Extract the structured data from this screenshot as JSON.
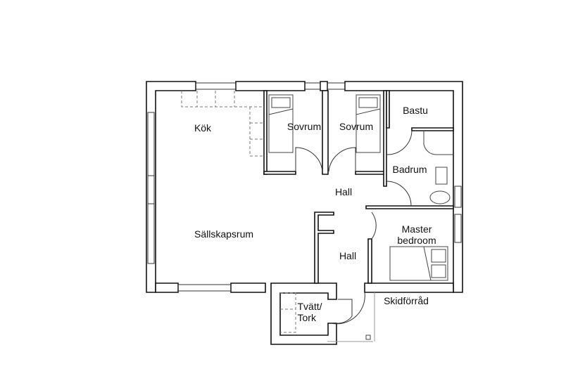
{
  "title": "Floor plan",
  "colors": {
    "wall": "#111111",
    "fixture": "#555555",
    "background": "#ffffff"
  },
  "rooms": {
    "kitchen": "Kök",
    "bedroom_1": "Sovrum",
    "bedroom_2": "Sovrum",
    "sauna": "Bastu",
    "bathroom": "Badrum",
    "hall_upper": "Hall",
    "living_room": "Sällskapsrum",
    "hall_lower": "Hall",
    "master_line1": "Master",
    "master_line2": "bedroom",
    "laundry_line1": "Tvätt/",
    "laundry_line2": "Tork",
    "ski_storage": "Skidförråd"
  }
}
